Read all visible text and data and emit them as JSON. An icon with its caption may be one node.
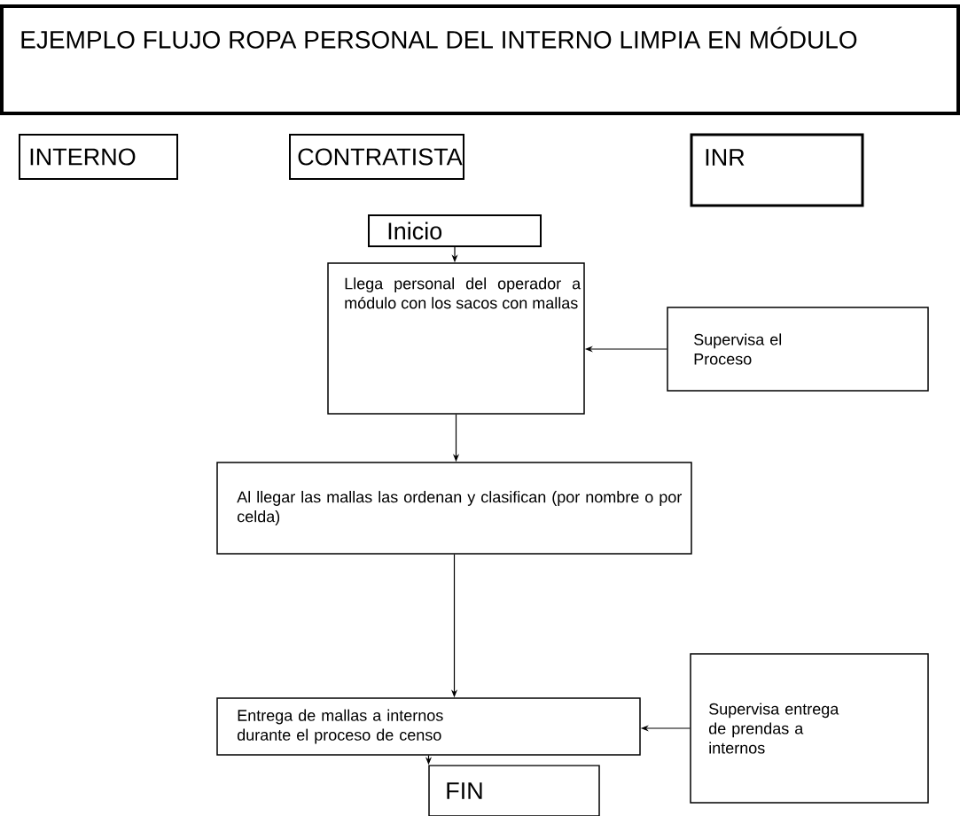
{
  "diagram": {
    "title": "EJEMPLO FLUJO ROPA PERSONAL DEL INTERNO LIMPIA EN MÓDULO",
    "nodes": [
      {
        "text": [
          "INTERNO"
        ]
      },
      {
        "text": [
          "CONTRATISTA"
        ]
      },
      {
        "text": [
          "INR"
        ]
      },
      {
        "text": [
          "Inicio"
        ]
      },
      {
        "text": [
          "Llega personal del operador a módulo con los sacos con mallas"
        ]
      },
      {
        "text": [
          "Supervisa el Proceso"
        ]
      },
      {
        "text": [
          "Al llegar las mallas las ordenan y clasifican (por nombre o por celda)"
        ]
      },
      {
        "text": [
          "Entrega de mallas a internos durante el proceso de censo"
        ]
      },
      {
        "text": [
          "Supervisa entrega de prendas a internos"
        ]
      },
      {
        "text": [
          "FIN"
        ]
      }
    ],
    "edges": [
      {
        "from": 3,
        "to": 4,
        "arrow": "to"
      },
      {
        "from": 5,
        "to": 4,
        "arrow": "to"
      },
      {
        "from": 4,
        "to": 6,
        "arrow": "to"
      },
      {
        "from": 6,
        "to": 7,
        "arrow": "to"
      },
      {
        "from": 8,
        "to": 7,
        "arrow": "to"
      },
      {
        "from": 7,
        "to": 9,
        "arrow": "to"
      }
    ]
  }
}
